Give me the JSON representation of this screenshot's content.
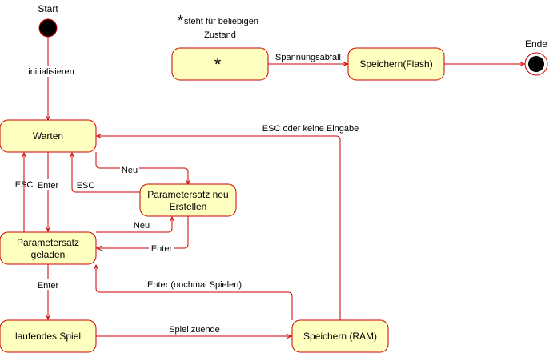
{
  "start_label": "Start",
  "end_label": "Ende",
  "note": {
    "star": "*",
    "line1": "steht für beliebigen",
    "line2": "Zustand"
  },
  "states": {
    "any": "*",
    "flash": "Speichern(Flash)",
    "warten": "Warten",
    "neu_line1": "Parametersatz neu",
    "neu_line2": "Erstellen",
    "geladen_line1": "Parametersatz",
    "geladen_line2": "geladen",
    "spiel": "laufendes Spiel",
    "ram": "Speichern (RAM)"
  },
  "edges": {
    "initialisieren": "initialisieren",
    "spannungsabfall": "Spannungsabfall",
    "esc_keine": "ESC oder keine Eingabe",
    "neu_top": "Neu",
    "esc_neu": "ESC",
    "esc_geladen": "ESC",
    "enter_warten": "Enter",
    "neu_geladen": "Neu",
    "enter_neu": "Enter",
    "enter_spiel": "Enter",
    "enter_nochmal": "Enter (nochmal Spielen)",
    "spiel_zuende": "Spiel zuende"
  },
  "colors": {
    "edge": "#cc0000",
    "state_fill": "#ffffc0",
    "state_stroke": "#cc0000"
  }
}
